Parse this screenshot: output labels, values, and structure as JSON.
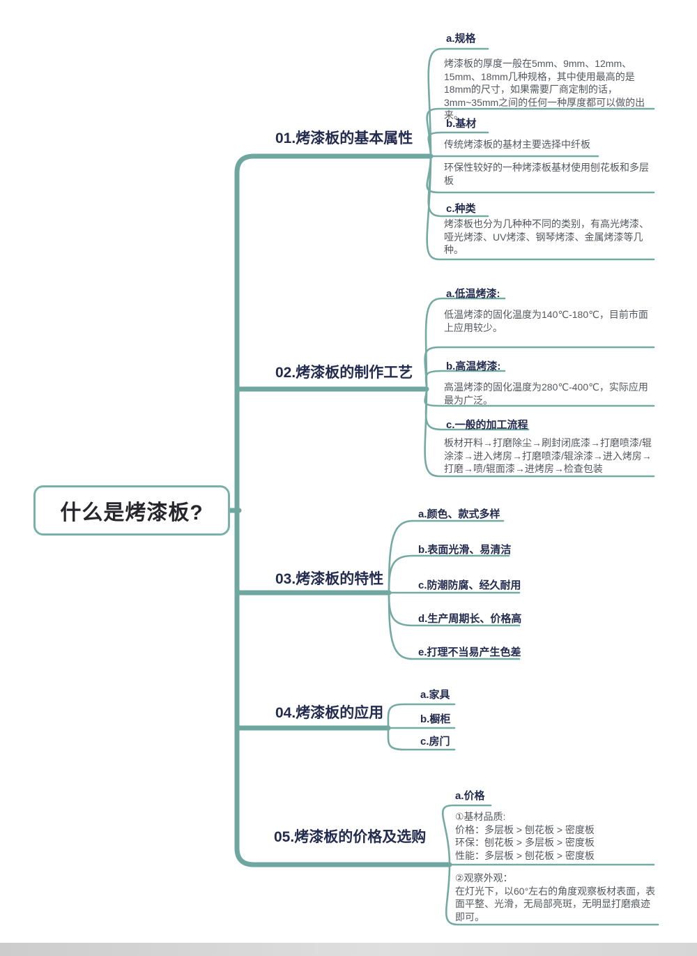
{
  "colors": {
    "line_teal": "#74aaa2",
    "trunk_teal": "#6ea79f",
    "heading_navy": "#232b4e",
    "body_gray": "#55575f",
    "root_border": "#79b1a9"
  },
  "root": {
    "title": "什么是烤漆板?"
  },
  "branches": [
    {
      "label": "01.烤漆板的基本属性",
      "children": [
        {
          "type": "heading",
          "text": "a.规格"
        },
        {
          "type": "body",
          "text": "烤漆板的厚度一般在5mm、9mm、12mm、15mm、18mm几种规格，其中使用最高的是18mm的尺寸，如果需要厂商定制的话，3mm~35mm之间的任何一种厚度都可以做的出来。"
        },
        {
          "type": "heading",
          "text": "b.基材"
        },
        {
          "type": "body",
          "text": "传统烤漆板的基材主要选择中纤板"
        },
        {
          "type": "body",
          "text": "环保性较好的一种烤漆板基材使用刨花板和多层板"
        },
        {
          "type": "heading",
          "text": "c.种类"
        },
        {
          "type": "body",
          "text": "烤漆板也分为几种种不同的类别，有高光烤漆、哑光烤漆、UV烤漆、钢琴烤漆、金属烤漆等几种。"
        }
      ]
    },
    {
      "label": "02.烤漆板的制作工艺",
      "children": [
        {
          "type": "heading",
          "text": "a.低温烤漆:"
        },
        {
          "type": "body",
          "text": "低温烤漆的固化温度为140℃-180℃，目前市面上应用较少。"
        },
        {
          "type": "heading",
          "text": "b.高温烤漆:"
        },
        {
          "type": "body",
          "text": "高温烤漆的固化温度为280℃-400℃，实际应用最为广泛。"
        },
        {
          "type": "heading",
          "text": "c.一般的加工流程"
        },
        {
          "type": "body",
          "text": "板材开料→打磨除尘→刷封闭底漆→打磨喷漆/辊涂漆→进入烤房→打磨喷漆/辊涂漆→进入烤房→打磨→喷/辊面漆→进烤房→检查包装"
        }
      ]
    },
    {
      "label": "03.烤漆板的特性",
      "children": [
        {
          "type": "heading",
          "text": "a.颜色、款式多样"
        },
        {
          "type": "heading",
          "text": "b.表面光滑、易清洁"
        },
        {
          "type": "heading",
          "text": "c.防潮防腐、经久耐用"
        },
        {
          "type": "heading",
          "text": "d.生产周期长、价格高"
        },
        {
          "type": "heading",
          "text": "e.打理不当易产生色差"
        }
      ]
    },
    {
      "label": "04.烤漆板的应用",
      "children": [
        {
          "type": "heading",
          "text": "a.家具"
        },
        {
          "type": "heading",
          "text": "b.橱柜"
        },
        {
          "type": "heading",
          "text": "c.房门"
        }
      ]
    },
    {
      "label": "05.烤漆板的价格及选购",
      "children": [
        {
          "type": "heading",
          "text": "a.价格"
        },
        {
          "type": "body",
          "text": "①基材品质:\n价格：多层板 > 刨花板 > 密度板\n环保：刨花板 > 多层板 > 密度板\n性能：多层板 > 刨花板 > 密度板"
        },
        {
          "type": "body",
          "text": "②观察外观：\n在灯光下，以60°左右的角度观察板材表面，表面平整、光滑，无局部亮斑，无明显打磨痕迹即可。"
        }
      ]
    }
  ]
}
